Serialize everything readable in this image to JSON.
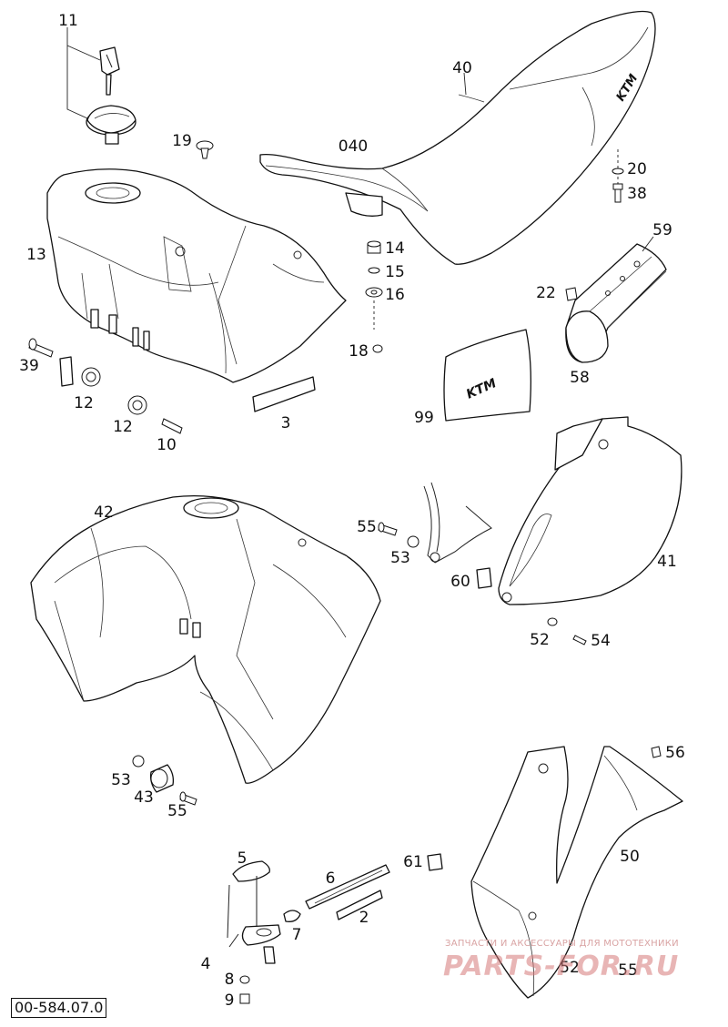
{
  "drawing_number": "00-584.07.0",
  "watermark": {
    "tagline": "ЗАПЧАСТИ И АКСЕССУАРЫ ДЛЯ МОТОТЕХНИКИ",
    "brand": "PARTS-FOR.RU"
  },
  "seat_logo": "KTM",
  "callouts": {
    "c11": "11",
    "c19": "19",
    "c40": "40",
    "c040": "040",
    "c20": "20",
    "c38": "38",
    "c13": "13",
    "c14": "14",
    "c15": "15",
    "c16": "16",
    "c59": "59",
    "c22": "22",
    "c18": "18",
    "c58": "58",
    "c39": "39",
    "c12a": "12",
    "c12b": "12",
    "c10": "10",
    "c3": "3",
    "c99": "99",
    "c42": "42",
    "c55a": "55",
    "c53a": "53",
    "c41": "41",
    "c60": "60",
    "c52a": "52",
    "c54": "54",
    "c56": "56",
    "c53b": "53",
    "c43": "43",
    "c55b": "55",
    "c50": "50",
    "c5": "5",
    "c6": "6",
    "c61": "61",
    "c2": "2",
    "c7": "7",
    "c4": "4",
    "c8": "8",
    "c9": "9",
    "c52b": "52",
    "c55c": "55"
  }
}
